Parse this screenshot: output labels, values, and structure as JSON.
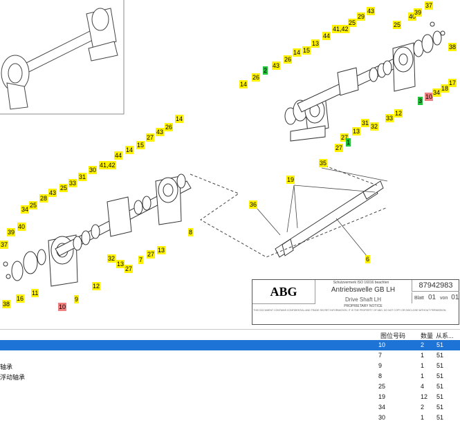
{
  "drawing": {
    "callouts": [
      {
        "id": "37",
        "style": "yellow"
      },
      {
        "id": "40",
        "style": "yellow"
      },
      {
        "id": "39",
        "style": "yellow"
      },
      {
        "id": "38",
        "style": "yellow"
      },
      {
        "id": "43",
        "style": "yellow"
      },
      {
        "id": "29",
        "style": "yellow"
      },
      {
        "id": "25",
        "style": "yellow"
      },
      {
        "id": "25",
        "style": "yellow"
      },
      {
        "id": "41,42",
        "style": "yellow"
      },
      {
        "id": "44",
        "style": "yellow"
      },
      {
        "id": "13",
        "style": "yellow"
      },
      {
        "id": "15",
        "style": "yellow"
      },
      {
        "id": "14",
        "style": "yellow"
      },
      {
        "id": "26",
        "style": "yellow"
      },
      {
        "id": "43",
        "style": "yellow"
      },
      {
        "id": "2",
        "style": "green"
      },
      {
        "id": "26",
        "style": "yellow"
      },
      {
        "id": "14",
        "style": "yellow"
      },
      {
        "id": "10",
        "style": "red"
      },
      {
        "id": "34",
        "style": "yellow"
      },
      {
        "id": "18",
        "style": "yellow"
      },
      {
        "id": "17",
        "style": "yellow"
      },
      {
        "id": "3",
        "style": "green"
      },
      {
        "id": "12",
        "style": "yellow"
      },
      {
        "id": "33",
        "style": "yellow"
      },
      {
        "id": "32",
        "style": "yellow"
      },
      {
        "id": "31",
        "style": "yellow"
      },
      {
        "id": "13",
        "style": "yellow"
      },
      {
        "id": "27",
        "style": "yellow"
      },
      {
        "id": "1",
        "style": "green"
      },
      {
        "id": "27",
        "style": "yellow"
      },
      {
        "id": "35",
        "style": "yellow"
      },
      {
        "id": "14",
        "style": "yellow"
      },
      {
        "id": "26",
        "style": "yellow"
      },
      {
        "id": "43",
        "style": "yellow"
      },
      {
        "id": "27",
        "style": "yellow"
      },
      {
        "id": "15",
        "style": "yellow"
      },
      {
        "id": "14",
        "style": "yellow"
      },
      {
        "id": "44",
        "style": "yellow"
      },
      {
        "id": "30",
        "style": "yellow"
      },
      {
        "id": "41,42",
        "style": "yellow"
      },
      {
        "id": "31",
        "style": "yellow"
      },
      {
        "id": "33",
        "style": "yellow"
      },
      {
        "id": "25",
        "style": "yellow"
      },
      {
        "id": "43",
        "style": "yellow"
      },
      {
        "id": "28",
        "style": "yellow"
      },
      {
        "id": "25",
        "style": "yellow"
      },
      {
        "id": "34",
        "style": "yellow"
      },
      {
        "id": "19",
        "style": "yellow"
      },
      {
        "id": "36",
        "style": "yellow"
      },
      {
        "id": "8",
        "style": "yellow"
      },
      {
        "id": "39",
        "style": "yellow"
      },
      {
        "id": "40",
        "style": "yellow"
      },
      {
        "id": "37",
        "style": "yellow"
      },
      {
        "id": "7",
        "style": "yellow"
      },
      {
        "id": "27",
        "style": "yellow"
      },
      {
        "id": "13",
        "style": "yellow"
      },
      {
        "id": "32",
        "style": "yellow"
      },
      {
        "id": "13",
        "style": "yellow"
      },
      {
        "id": "27",
        "style": "yellow"
      },
      {
        "id": "12",
        "style": "yellow"
      },
      {
        "id": "6",
        "style": "yellow"
      },
      {
        "id": "11",
        "style": "yellow"
      },
      {
        "id": "9",
        "style": "yellow"
      },
      {
        "id": "38",
        "style": "yellow"
      },
      {
        "id": "16",
        "style": "yellow"
      },
      {
        "id": "10",
        "style": "red"
      }
    ],
    "title_block": {
      "logo": "ABG",
      "note": "Schutzvermerk ISO 16016 beachten",
      "title_de": "Antriebswelle GB LH",
      "title_en": "Drive Shaft LH",
      "proprietary": "PROPRIETARY NOTICE",
      "doc_number": "87942983",
      "sheet_label": "Blatt",
      "sheet": "01",
      "of_label": "von",
      "of": "01",
      "legal": "THIS DOCUMENT CONTAINS CONFIDENTIAL AND TRADE SECRET INFORMATION. IT IS THE PROPERTY OF ABG. DO NOT COPY OR DISCLOSE WITHOUT PERMISSION."
    }
  },
  "table": {
    "headers": {
      "pos": "图位号码",
      "qty": "数量",
      "from": "从系..."
    },
    "rows": [
      {
        "desc": "",
        "pos": "10",
        "qty": "2",
        "from": "51",
        "selected": true
      },
      {
        "desc": "",
        "pos": "7",
        "qty": "1",
        "from": "51",
        "selected": false
      },
      {
        "desc": "轴承",
        "pos": "9",
        "qty": "1",
        "from": "51",
        "selected": false
      },
      {
        "desc": "浮动轴承",
        "pos": "8",
        "qty": "1",
        "from": "51",
        "selected": false
      },
      {
        "desc": "",
        "pos": "25",
        "qty": "4",
        "from": "51",
        "selected": false
      },
      {
        "desc": "",
        "pos": "19",
        "qty": "12",
        "from": "51",
        "selected": false
      },
      {
        "desc": "",
        "pos": "34",
        "qty": "2",
        "from": "51",
        "selected": false
      },
      {
        "desc": "",
        "pos": "30",
        "qty": "1",
        "from": "51",
        "selected": false
      }
    ]
  }
}
